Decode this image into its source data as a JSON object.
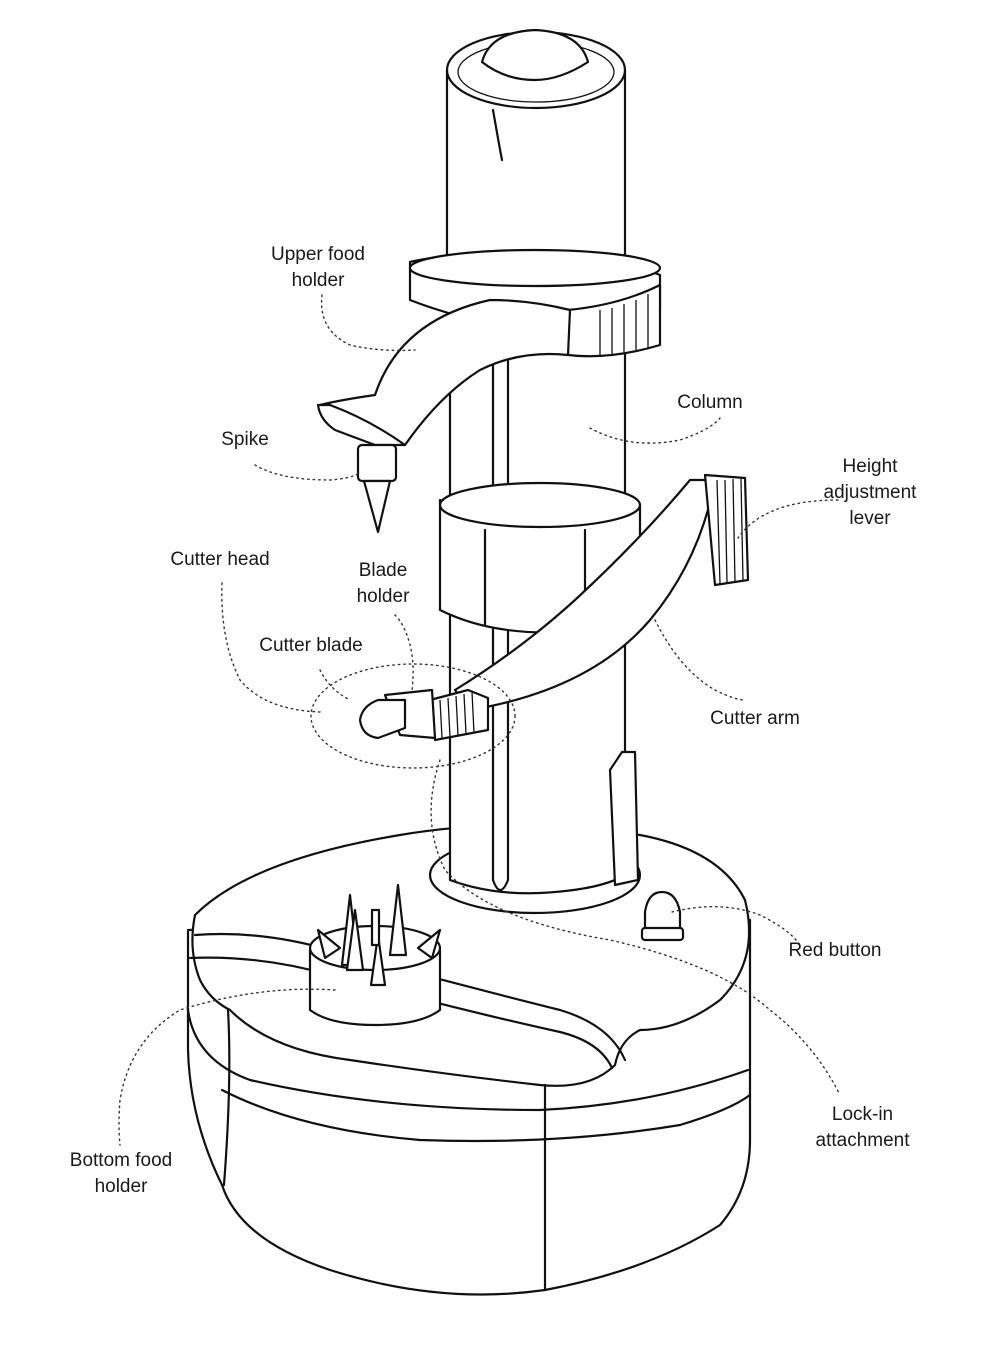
{
  "labels": {
    "upper_food_holder": "Upper food\nholder",
    "column": "Column",
    "spike": "Spike",
    "height_adjustment_lever": "Height\nadjustment\nlever",
    "cutter_head": "Cutter head",
    "blade_holder": "Blade\nholder",
    "cutter_blade": "Cutter blade",
    "cutter_arm": "Cutter arm",
    "red_button": "Red button",
    "lock_in_attachment": "Lock-in\nattachment",
    "bottom_food_holder": "Bottom food\nholder"
  },
  "colors": {
    "line": "#111111",
    "background": "#ffffff"
  }
}
